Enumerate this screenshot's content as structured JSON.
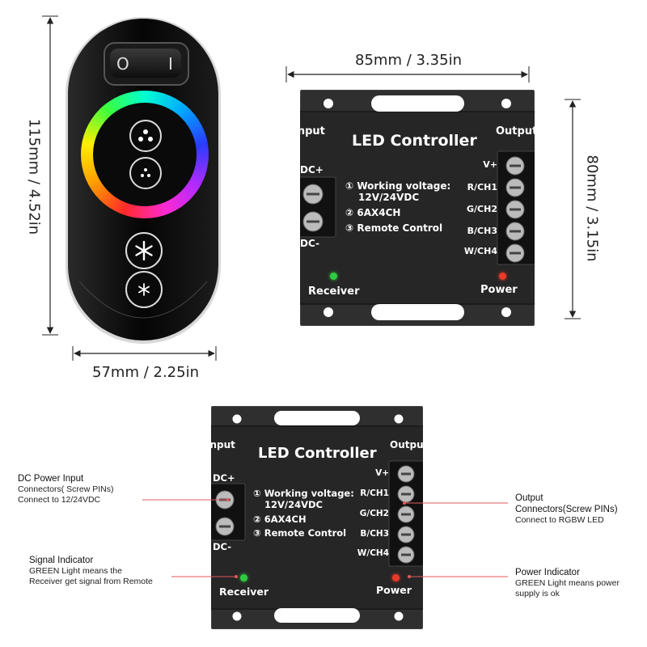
{
  "dimensions": {
    "remote_height": "115mm / 4.52in",
    "remote_width": "57mm / 2.25in",
    "controller_width": "85mm / 3.35in",
    "controller_height": "80mm / 3.15in"
  },
  "remote": {
    "switch_off_symbol": "O",
    "switch_on_symbol": "I"
  },
  "controller": {
    "title": "LED Controller",
    "input_label": "Input",
    "output_label": "Output",
    "dc_plus": "DC+",
    "dc_minus": "DC-",
    "spec_1": "① Working voltage:",
    "spec_1b": "12V/24VDC",
    "spec_2": "② 6AX4CH",
    "spec_3": "③ Remote Control",
    "channels": [
      "V+",
      "R/CH1",
      "G/CH2",
      "B/CH3",
      "W/CH4"
    ],
    "receiver_label": "Receiver",
    "power_label": "Power",
    "receiver_led_color": "#2ecc40",
    "power_led_color": "#e83a2a"
  },
  "annotations": {
    "dc_power": {
      "title": "DC Power Input",
      "line1": "Connectors( Screw PINs)",
      "line2": "Connect to 12/24VDC"
    },
    "signal": {
      "title": "Signal Indicator",
      "line1": "GREEN Light means the",
      "line2": "Receiver get signal from Remote"
    },
    "output": {
      "title": "Output",
      "line1": "Connectors(Screw PINs)",
      "line2": "Connect to RGBW LED"
    },
    "power": {
      "title": "Power Indicator",
      "line1": "GREEN Light means power",
      "line2": "supply is ok"
    },
    "line_color": "#e05a5a"
  }
}
